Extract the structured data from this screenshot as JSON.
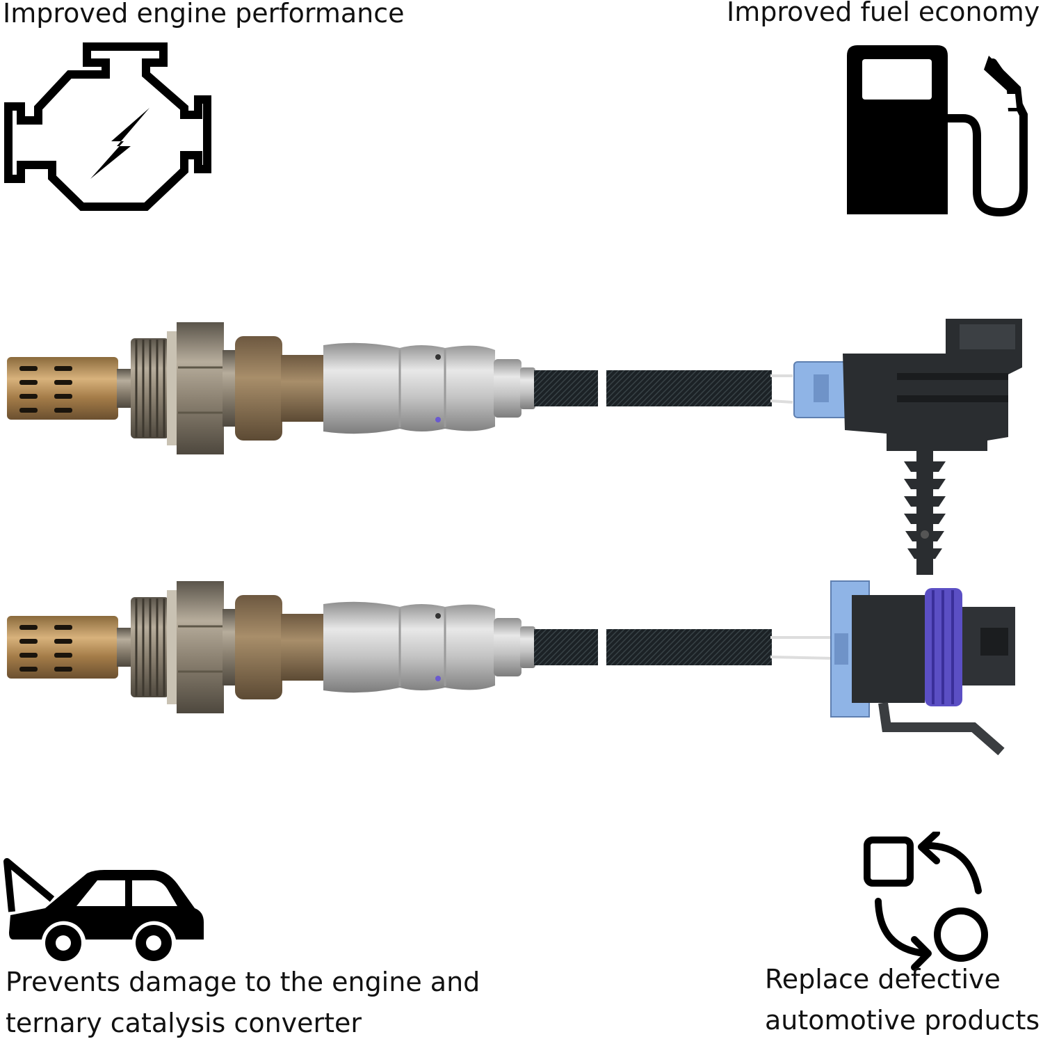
{
  "features": {
    "engine": {
      "label": "Improved engine performance",
      "icon": "engine-icon"
    },
    "fuel": {
      "label": "Improved fuel economy",
      "icon": "fuel-pump-icon"
    },
    "protect": {
      "line1": "Prevents damage to the engine and",
      "line2": "ternary catalysis converter",
      "icon": "car-hood-open-icon"
    },
    "replace": {
      "line1": "Replace defective",
      "line2": "automotive products",
      "icon": "replace-cycle-icon"
    }
  },
  "colors": {
    "text": "#111111",
    "icon": "#000000",
    "connector_blue": "#8fb4e6",
    "seal_purple": "#5b4fc4"
  }
}
